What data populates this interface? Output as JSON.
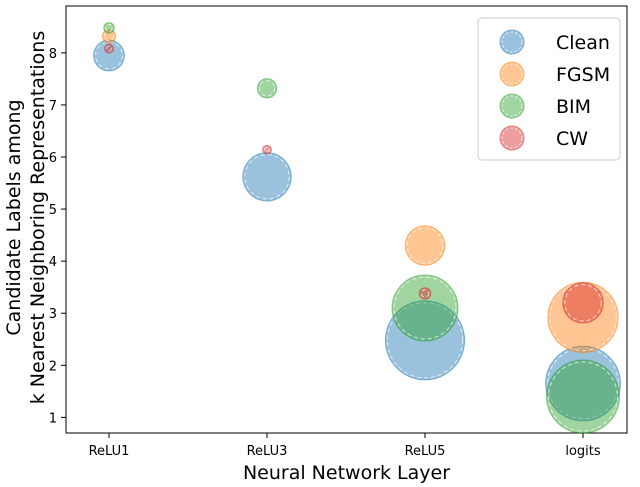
{
  "chart_data": {
    "type": "scatter",
    "title": "",
    "xlabel": "Neural Network Layer",
    "ylabel_lines": [
      "Candidate Labels among",
      "k Nearest Neighboring Representations"
    ],
    "categories": [
      "ReLU1",
      "ReLU3",
      "ReLU5",
      "logits"
    ],
    "ylim": [
      0.7,
      8.9
    ],
    "yticks": [
      1,
      2,
      3,
      4,
      5,
      6,
      7,
      8
    ],
    "grid": false,
    "legend": "top-right",
    "series": [
      {
        "name": "Clean",
        "color": "#1f77b4",
        "points": [
          {
            "category": "ReLU1",
            "y": 7.95,
            "size": 0.35
          },
          {
            "category": "ReLU3",
            "y": 5.62,
            "size": 0.55
          },
          {
            "category": "ReLU5",
            "y": 2.48,
            "size": 0.9
          },
          {
            "category": "logits",
            "y": 1.65,
            "size": 0.85
          }
        ]
      },
      {
        "name": "FGSM",
        "color": "#ff7f0e",
        "points": [
          {
            "category": "ReLU1",
            "y": 8.32,
            "size": 0.15
          },
          {
            "category": "ReLU5",
            "y": 4.3,
            "size": 0.45
          },
          {
            "category": "logits",
            "y": 2.92,
            "size": 0.8
          }
        ]
      },
      {
        "name": "BIM",
        "color": "#2ca02c",
        "points": [
          {
            "category": "ReLU1",
            "y": 8.48,
            "size": 0.12
          },
          {
            "category": "ReLU3",
            "y": 7.32,
            "size": 0.22
          },
          {
            "category": "ReLU5",
            "y": 3.1,
            "size": 0.75
          },
          {
            "category": "logits",
            "y": 1.4,
            "size": 0.83
          }
        ]
      },
      {
        "name": "CW",
        "color": "#d62728",
        "points": [
          {
            "category": "ReLU1",
            "y": 8.08,
            "size": 0.1
          },
          {
            "category": "ReLU3",
            "y": 6.14,
            "size": 0.1
          },
          {
            "category": "ReLU5",
            "y": 3.38,
            "size": 0.13
          },
          {
            "category": "logits",
            "y": 3.2,
            "size": 0.46
          }
        ]
      }
    ]
  }
}
